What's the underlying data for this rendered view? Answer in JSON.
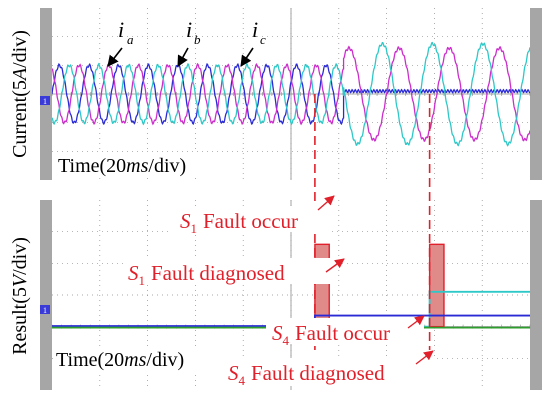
{
  "chart_data": [
    {
      "type": "line",
      "panel": "top",
      "ylabel_main": "Current(5",
      "ylabel_italic": "A",
      "ylabel_tail": "/div)",
      "time_label": {
        "pre": "Time(20",
        "italic": "ms",
        "post": "/div)"
      },
      "grid": true,
      "ylim": [
        -3,
        3
      ],
      "xlim": [
        0,
        10
      ],
      "zero_level": 0,
      "series": [
        {
          "name": "i",
          "subscript": "a",
          "color": "#2b2bd6",
          "segments": [
            {
              "x_start": 0,
              "x_end": 6.1,
              "amplitude": 1.0,
              "period": 0.62,
              "phase": 0
            },
            {
              "x_start": 6.1,
              "x_end": 10,
              "amplitude": 0.0,
              "offset": 0.1
            }
          ]
        },
        {
          "name": "i",
          "subscript": "b",
          "color": "#cc2ecc",
          "segments": [
            {
              "x_start": 0,
              "x_end": 6.1,
              "amplitude": 1.0,
              "period": 0.62,
              "phase": 2.094
            },
            {
              "x_start": 6.1,
              "x_end": 10,
              "amplitude": 1.6,
              "period": 1.05,
              "phase": 2.094
            }
          ]
        },
        {
          "name": "i",
          "subscript": "c",
          "color": "#2ec8c8",
          "segments": [
            {
              "x_start": 0,
              "x_end": 6.1,
              "amplitude": 1.0,
              "period": 0.62,
              "phase": 4.189
            },
            {
              "x_start": 6.1,
              "x_end": 10,
              "amplitude": 1.75,
              "period": 1.05,
              "phase": 4.189
            }
          ]
        }
      ],
      "fault_lines_x": [
        5.5,
        7.9
      ]
    },
    {
      "type": "line",
      "panel": "bottom",
      "ylabel_main": "Result(5",
      "ylabel_italic": "V",
      "ylabel_tail": "/div)",
      "time_label": {
        "pre": "Time(20",
        "italic": "ms",
        "post": "/div)"
      },
      "grid": true,
      "ylim": [
        -2,
        4
      ],
      "xlim": [
        0,
        10
      ],
      "zero_level": 0,
      "series": [
        {
          "color": "#2ec8c8",
          "points": [
            [
              0,
              0
            ],
            [
              7.9,
              0
            ],
            [
              7.9,
              1.1
            ],
            [
              10,
              1.1
            ]
          ]
        },
        {
          "color": "#2b2bd6",
          "points": [
            [
              0,
              0.02
            ],
            [
              5.5,
              0.02
            ],
            [
              5.5,
              0.35
            ],
            [
              10,
              0.35
            ]
          ]
        },
        {
          "color": "#2e9e2e",
          "points": [
            [
              0,
              -0.03
            ],
            [
              10,
              -0.03
            ]
          ]
        }
      ],
      "fault_markers": [
        {
          "x_start": 5.5,
          "x_end": 5.8,
          "y_top": 2.6
        },
        {
          "x_start": 7.9,
          "x_end": 8.2,
          "y_top": 2.6
        }
      ],
      "annotations": [
        {
          "sub": "1",
          "text": "Fault occur"
        },
        {
          "sub": "1",
          "text": "Fault diagnosed"
        },
        {
          "sub": "4",
          "text": "Fault occur"
        },
        {
          "sub": "4",
          "text": "Fault diagnosed"
        }
      ],
      "annotation_letter": "S",
      "annotation_color": "#e0202a"
    }
  ],
  "colors": {
    "scope_bar": "#a6a6a6",
    "grid": "#8c8c8c",
    "fault": "#e0202a",
    "marker_fill": "#e08a8a"
  },
  "zero_marker_label": "1"
}
